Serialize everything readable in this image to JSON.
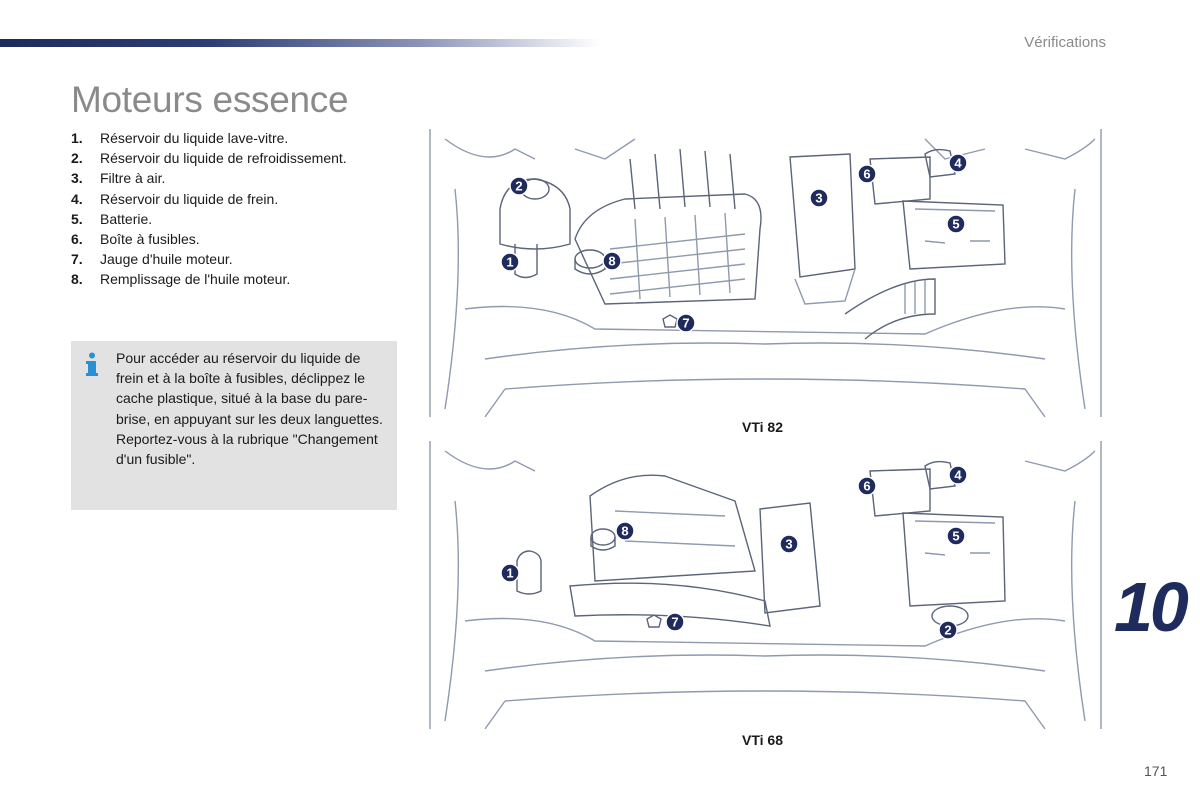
{
  "header": {
    "section_label": "Vérifications"
  },
  "page_title": "Moteurs essence",
  "legend": [
    {
      "num": "1.",
      "label": "Réservoir du liquide lave-vitre."
    },
    {
      "num": "2.",
      "label": "Réservoir du liquide de refroidissement."
    },
    {
      "num": "3.",
      "label": "Filtre à air."
    },
    {
      "num": "4.",
      "label": "Réservoir du liquide de frein."
    },
    {
      "num": "5.",
      "label": "Batterie."
    },
    {
      "num": "6.",
      "label": "Boîte à fusibles."
    },
    {
      "num": "7.",
      "label": "Jauge d'huile moteur."
    },
    {
      "num": "8.",
      "label": "Remplissage de l'huile moteur."
    }
  ],
  "info_box": {
    "icon": "info-icon",
    "paragraph1": "Pour accéder au réservoir du liquide de frein et à la boîte à fusibles, déclippez le cache plastique, situé à la base du pare-brise, en appuyant sur les deux languettes.",
    "paragraph2": "Reportez-vous à la rubrique \"Changement d'un fusible\"."
  },
  "diagrams": {
    "top": {
      "caption": "VTi 82",
      "markers": [
        "1",
        "2",
        "3",
        "4",
        "5",
        "6",
        "7",
        "8"
      ]
    },
    "bottom": {
      "caption": "VTi 68",
      "markers": [
        "1",
        "2",
        "3",
        "4",
        "5",
        "6",
        "7",
        "8"
      ]
    }
  },
  "chapter_number": "10",
  "page_number": "171",
  "colors": {
    "brand_navy": "#1e2b5c",
    "info_blue": "#2a8fd4",
    "line_gray": "#8f9aae"
  }
}
